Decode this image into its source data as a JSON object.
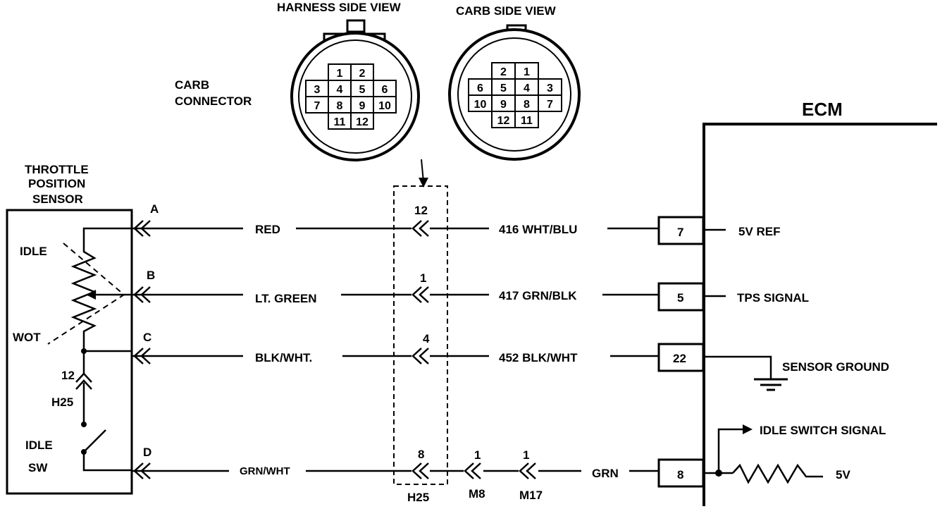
{
  "views": {
    "harness_title": "HARNESS SIDE VIEW",
    "carb_title": "CARB SIDE VIEW",
    "carb_connector_line1": "CARB",
    "carb_connector_line2": "CONNECTOR",
    "harness_pins": [
      [
        "1",
        "2"
      ],
      [
        "3",
        "4",
        "5",
        "6"
      ],
      [
        "7",
        "8",
        "9",
        "10"
      ],
      [
        "11",
        "12"
      ]
    ],
    "carb_pins": [
      [
        "2",
        "1"
      ],
      [
        "6",
        "5",
        "4",
        "3"
      ],
      [
        "10",
        "9",
        "8",
        "7"
      ],
      [
        "12",
        "11"
      ]
    ]
  },
  "sensor": {
    "title_line1": "THROTTLE",
    "title_line2": "POSITION",
    "title_line3": "SENSOR",
    "idle_label": "IDLE",
    "wot_label": "WOT",
    "idle_sw_line1": "IDLE",
    "idle_sw_line2": "SW",
    "h25_pin": "12",
    "h25_label": "H25"
  },
  "wires": [
    {
      "terminal": "A",
      "left_color": "RED",
      "mid_pin": "12",
      "right_color": "416 WHT/BLU",
      "ecm_pin": "7",
      "ecm_label": "5V REF"
    },
    {
      "terminal": "B",
      "left_color": "LT. GREEN",
      "mid_pin": "1",
      "right_color": "417 GRN/BLK",
      "ecm_pin": "5",
      "ecm_label": "TPS  SIGNAL"
    },
    {
      "terminal": "C",
      "left_color": "BLK/WHT.",
      "mid_pin": "4",
      "right_color": "452 BLK/WHT",
      "ecm_pin": "22",
      "ecm_label": "SENSOR GROUND"
    },
    {
      "terminal": "D",
      "left_color": "GRN/WHT",
      "mid_pin": "8",
      "right_color": "GRN",
      "ecm_pin": "8",
      "ecm_label": "5V"
    }
  ],
  "connectors": {
    "h25": "H25",
    "m8_pin": "1",
    "m8": "M8",
    "m17_pin": "1",
    "m17": "M17"
  },
  "ecm": {
    "title": "ECM",
    "idle_switch_signal": "IDLE SWITCH SIGNAL"
  }
}
